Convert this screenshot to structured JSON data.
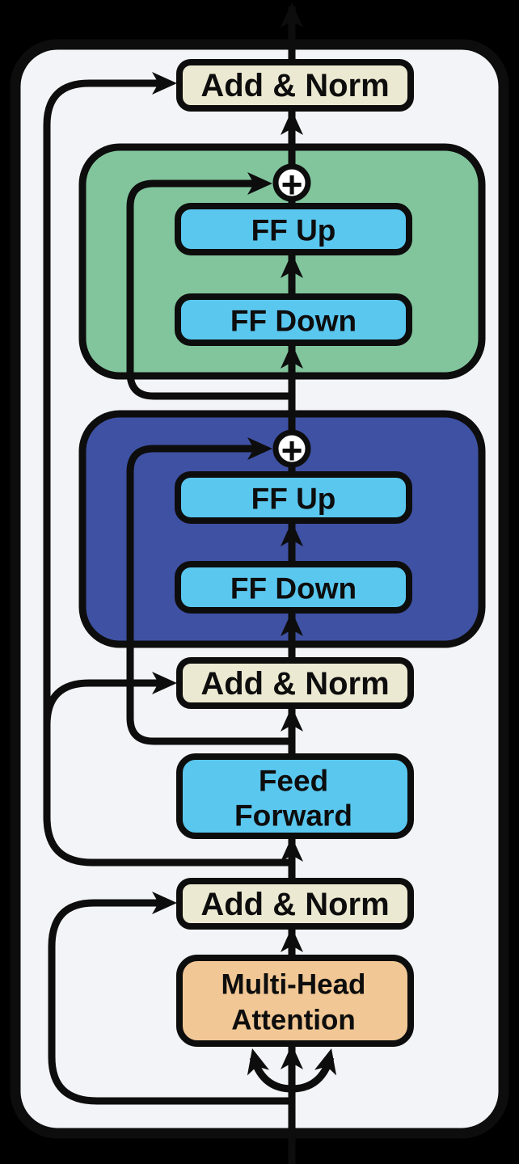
{
  "diagram_type": "transformer-layer-with-stacked-adapters",
  "labels": {
    "add_norm": "Add & Norm",
    "ff_up": "FF Up",
    "ff_down": "FF Down",
    "feed_line1": "Feed",
    "feed_line2": "Forward",
    "attention_line1": "Multi-Head",
    "attention_line2": "Attention",
    "plus_symbol": "+"
  },
  "colors": {
    "background": "#000000",
    "panel": "#f3f4f7",
    "line": "#0d0d0d",
    "text": "#0d0d0d",
    "add_norm_fill": "#ece9d2",
    "ff_fill": "#5ac7ef",
    "adapter_green_fill": "#82c59d",
    "adapter_blue_fill": "#3f51a3",
    "attention_fill": "#f1c795",
    "plus_bg": "#ffffff"
  }
}
